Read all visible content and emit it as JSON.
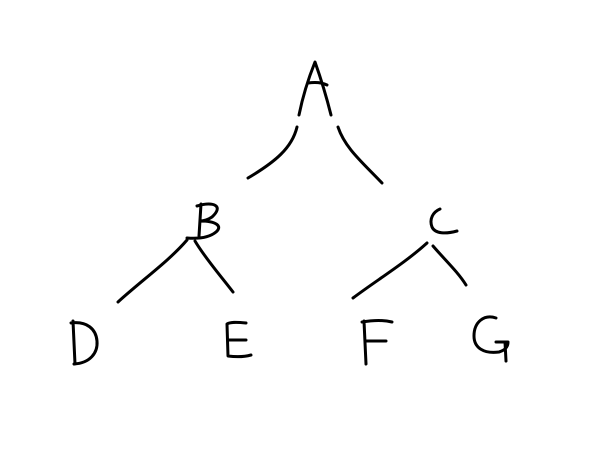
{
  "tree": {
    "nodes": [
      {
        "id": "A",
        "label": "A"
      },
      {
        "id": "B",
        "label": "B"
      },
      {
        "id": "C",
        "label": "C"
      },
      {
        "id": "D",
        "label": "D"
      },
      {
        "id": "E",
        "label": "E"
      },
      {
        "id": "F",
        "label": "F"
      },
      {
        "id": "G",
        "label": "G"
      }
    ],
    "edges": [
      {
        "from": "A",
        "to": "B"
      },
      {
        "from": "A",
        "to": "C"
      },
      {
        "from": "B",
        "to": "D"
      },
      {
        "from": "B",
        "to": "E"
      },
      {
        "from": "C",
        "to": "F"
      },
      {
        "from": "C",
        "to": "G"
      }
    ]
  },
  "colors": {
    "ink": "#000000",
    "background": "#ffffff"
  }
}
